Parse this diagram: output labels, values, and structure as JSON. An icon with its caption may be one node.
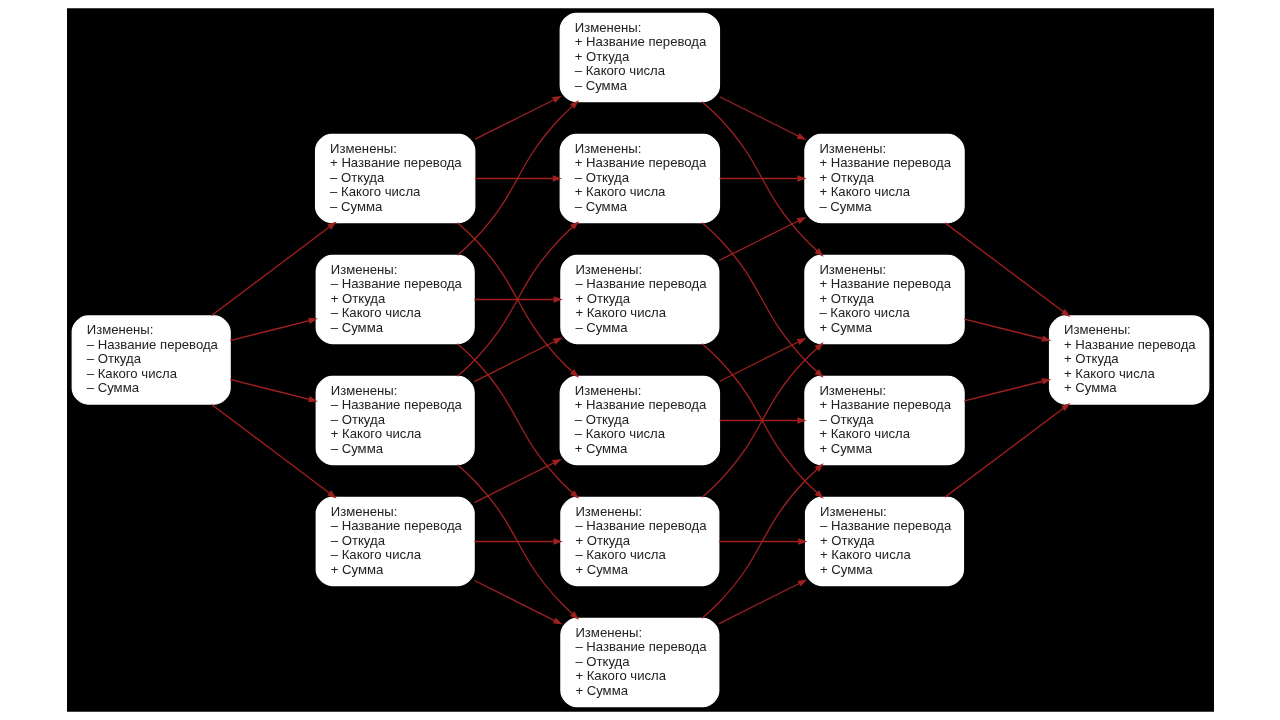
{
  "diagram": {
    "nodes": [
      {
        "text": [
          "Изменены:",
          "– Название перевода",
          "– Откуда",
          "– Какого числа",
          "– Сумма"
        ]
      },
      {
        "text": [
          "Изменены:",
          "+ Название перевода",
          "– Откуда",
          "– Какого числа",
          "– Сумма"
        ]
      },
      {
        "text": [
          "Изменены:",
          "– Название перевода",
          "+ Откуда",
          "– Какого числа",
          "– Сумма"
        ]
      },
      {
        "text": [
          "Изменены:",
          "– Название перевода",
          "– Откуда",
          "+ Какого числа",
          "– Сумма"
        ]
      },
      {
        "text": [
          "Изменены:",
          "– Название перевода",
          "– Откуда",
          "– Какого числа",
          "+ Сумма"
        ]
      },
      {
        "text": [
          "Изменены:",
          "+ Название перевода",
          "+ Откуда",
          "– Какого числа",
          "– Сумма"
        ]
      },
      {
        "text": [
          "Изменены:",
          "+ Название перевода",
          "– Откуда",
          "+ Какого числа",
          "– Сумма"
        ]
      },
      {
        "text": [
          "Изменены:",
          "+ Название перевода",
          "– Откуда",
          "– Какого числа",
          "+ Сумма"
        ]
      },
      {
        "text": [
          "Изменены:",
          "– Название перевода",
          "+ Откуда",
          "+ Какого числа",
          "– Сумма"
        ]
      },
      {
        "text": [
          "Изменены:",
          "– Название перевода",
          "+ Откуда",
          "– Какого числа",
          "+ Сумма"
        ]
      },
      {
        "text": [
          "Изменены:",
          "– Название перевода",
          "– Откуда",
          "+ Какого числа",
          "+ Сумма"
        ]
      },
      {
        "text": [
          "Изменены:",
          "+ Название перевода",
          "+ Откуда",
          "+ Какого числа",
          "– Сумма"
        ]
      },
      {
        "text": [
          "Изменены:",
          "+ Название перевода",
          "+ Откуда",
          "– Какого числа",
          "+ Сумма"
        ]
      },
      {
        "text": [
          "Изменены:",
          "+ Название перевода",
          "– Откуда",
          "+ Какого числа",
          "+ Сумма"
        ]
      },
      {
        "text": [
          "Изменены:",
          "– Название перевода",
          "+ Откуда",
          "+ Какого числа",
          "+ Сумма"
        ]
      },
      {
        "text": [
          "Изменены:",
          "+ Название перевода",
          "+ Откуда",
          "+ Какого числа",
          "+ Сумма"
        ]
      }
    ],
    "edges": [
      {
        "from": 0,
        "to": 1,
        "arrow": "to"
      },
      {
        "from": 0,
        "to": 2,
        "arrow": "to"
      },
      {
        "from": 0,
        "to": 3,
        "arrow": "to"
      },
      {
        "from": 0,
        "to": 4,
        "arrow": "to"
      },
      {
        "from": 1,
        "to": 5,
        "arrow": "to"
      },
      {
        "from": 1,
        "to": 6,
        "arrow": "to"
      },
      {
        "from": 1,
        "to": 7,
        "arrow": "to"
      },
      {
        "from": 2,
        "to": 5,
        "arrow": "to"
      },
      {
        "from": 2,
        "to": 8,
        "arrow": "to"
      },
      {
        "from": 2,
        "to": 9,
        "arrow": "to"
      },
      {
        "from": 3,
        "to": 6,
        "arrow": "to"
      },
      {
        "from": 3,
        "to": 8,
        "arrow": "to"
      },
      {
        "from": 3,
        "to": 10,
        "arrow": "to"
      },
      {
        "from": 4,
        "to": 7,
        "arrow": "to"
      },
      {
        "from": 4,
        "to": 9,
        "arrow": "to"
      },
      {
        "from": 4,
        "to": 10,
        "arrow": "to"
      },
      {
        "from": 5,
        "to": 11,
        "arrow": "to"
      },
      {
        "from": 5,
        "to": 12,
        "arrow": "to"
      },
      {
        "from": 6,
        "to": 11,
        "arrow": "to"
      },
      {
        "from": 6,
        "to": 13,
        "arrow": "to"
      },
      {
        "from": 7,
        "to": 12,
        "arrow": "to"
      },
      {
        "from": 7,
        "to": 13,
        "arrow": "to"
      },
      {
        "from": 8,
        "to": 11,
        "arrow": "to"
      },
      {
        "from": 8,
        "to": 14,
        "arrow": "to"
      },
      {
        "from": 9,
        "to": 12,
        "arrow": "to"
      },
      {
        "from": 9,
        "to": 14,
        "arrow": "to"
      },
      {
        "from": 10,
        "to": 13,
        "arrow": "to"
      },
      {
        "from": 10,
        "to": 14,
        "arrow": "to"
      },
      {
        "from": 11,
        "to": 15,
        "arrow": "to"
      },
      {
        "from": 12,
        "to": 15,
        "arrow": "to"
      },
      {
        "from": 13,
        "to": 15,
        "arrow": "to"
      },
      {
        "from": 14,
        "to": 15,
        "arrow": "to"
      }
    ]
  }
}
